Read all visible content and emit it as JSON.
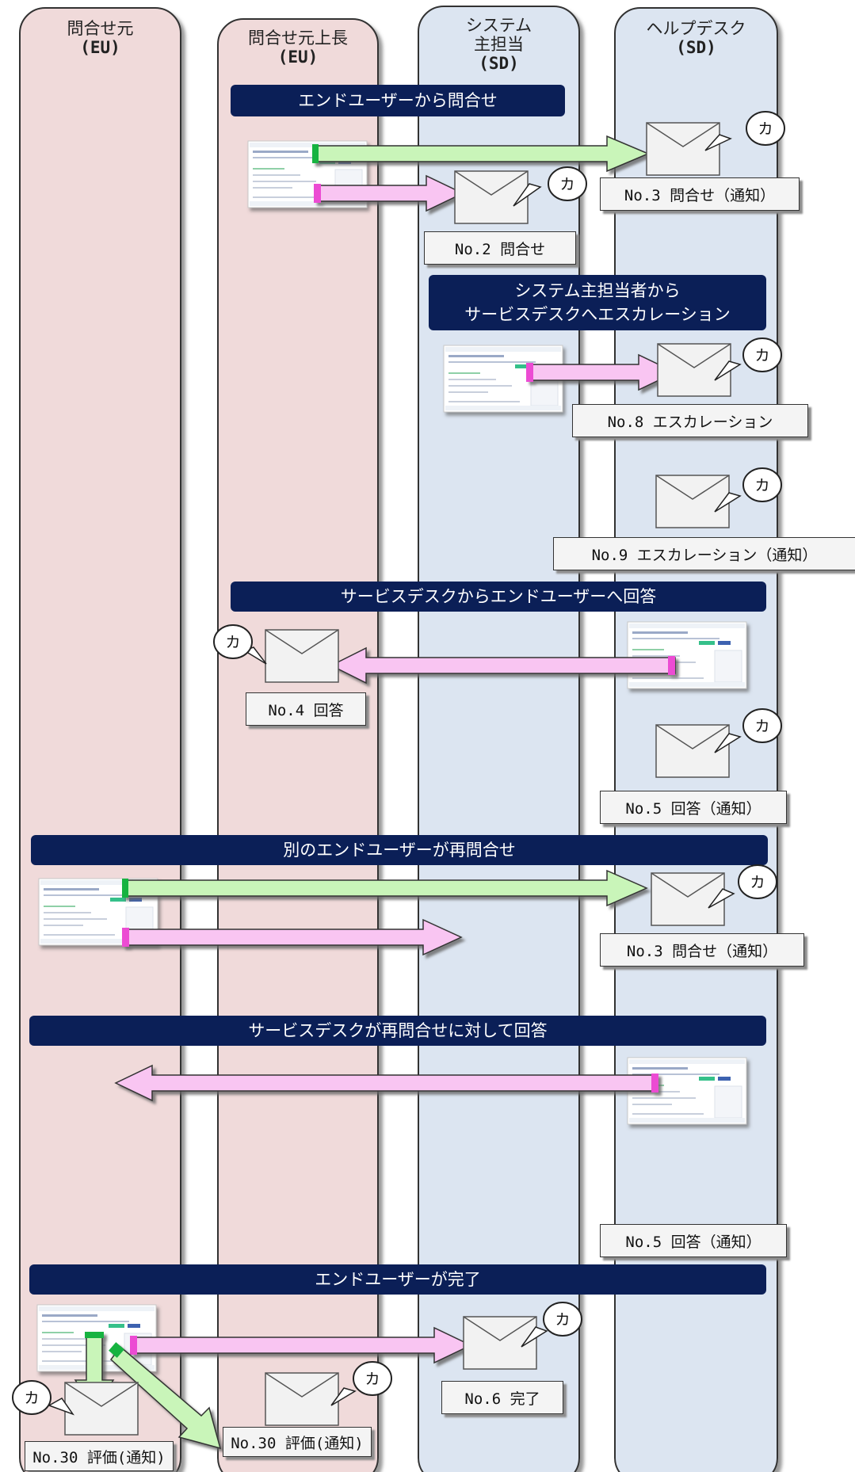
{
  "lanes": [
    {
      "title": "問合せ元",
      "role": "(EU)"
    },
    {
      "title": "問合せ元上長",
      "role": "(EU)"
    },
    {
      "title": "システム\n主担当",
      "role": "(SD)"
    },
    {
      "title": "ヘルプデスク",
      "role": "(SD)"
    }
  ],
  "banners": [
    {
      "text": "エンドユーザーから問合せ"
    },
    {
      "line1": "システム主担当者から",
      "line2": "サービスデスクへエスカレーション"
    },
    {
      "text": "サービスデスクからエンドユーザーへ回答"
    },
    {
      "text": "別のエンドユーザーが再問合せ"
    },
    {
      "text": "サービスデスクが再問合せに対して回答"
    },
    {
      "text": "エンドユーザーが完了"
    }
  ],
  "labels": [
    "No.3 問合せ（通知）",
    "No.2 問合せ",
    "No.8 エスカレーション",
    "No.9 エスカレーション（通知）",
    "No.4 回答",
    "No.5 回答（通知）",
    "No.3 問合せ（通知）",
    "No.5 回答（通知）",
    "No.6 完了",
    "No.30 評価(通知)",
    "No.30 評価(通知)"
  ],
  "callout_char": "カ",
  "colors": {
    "eu_lane": "#f0dada",
    "sd_lane": "#dce5f1",
    "banner": "#0b1f57",
    "arrow_green": "#c9f5b9",
    "arrow_pink": "#f9c5f2",
    "label_bg": "#f4f4f4"
  }
}
